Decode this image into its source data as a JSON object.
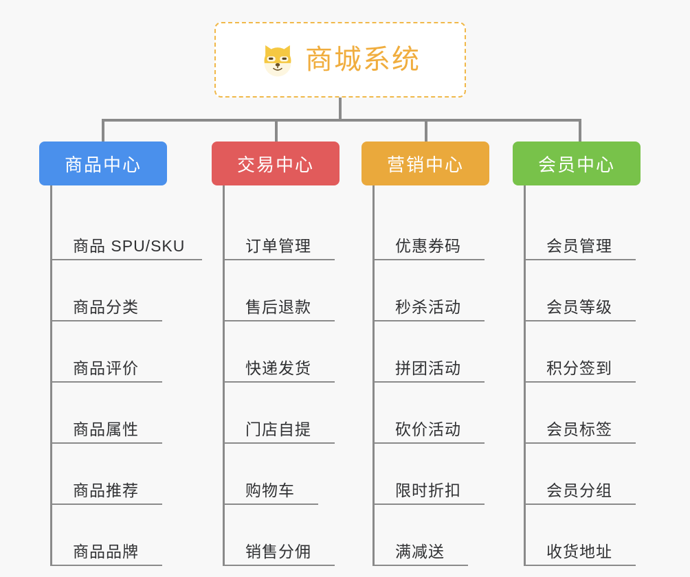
{
  "background_color": "#f8f8f8",
  "root": {
    "title": "商城系统",
    "icon": "shiba-dog-face-icon",
    "border_color": "#f0b849",
    "text_color": "#f0ad3e"
  },
  "groups": [
    {
      "label": "商品中心",
      "color": "#4a90ec",
      "name": "product-center",
      "items": [
        "商品 SPU/SKU",
        "商品分类",
        "商品评价",
        "商品属性",
        "商品推荐",
        "商品品牌"
      ]
    },
    {
      "label": "交易中心",
      "color": "#e15b5b",
      "name": "trade-center",
      "items": [
        "订单管理",
        "售后退款",
        "快递发货",
        "门店自提",
        "购物车",
        "销售分佣"
      ]
    },
    {
      "label": "营销中心",
      "color": "#eaa93c",
      "name": "marketing-center",
      "items": [
        "优惠券码",
        "秒杀活动",
        "拼团活动",
        "砍价活动",
        "限时折扣",
        "满减送"
      ]
    },
    {
      "label": "会员中心",
      "color": "#78c24a",
      "name": "member-center",
      "items": [
        "会员管理",
        "会员等级",
        "积分签到",
        "会员标签",
        "会员分组",
        "收货地址"
      ]
    }
  ],
  "connector_color": "#8a8a8a"
}
